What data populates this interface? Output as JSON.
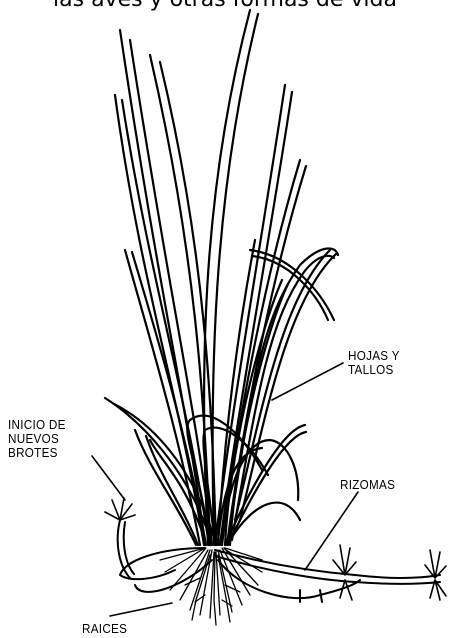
{
  "header": {
    "caption_fragment": "las aves y otras formas de vida"
  },
  "labels": {
    "leaves_stems": "HOJAS Y\nTALLOS",
    "new_shoots": "INICIO DE\nNUEVOS\nBROTES",
    "rhizomes": "RIZOMAS",
    "roots": "RAICES"
  },
  "colors": {
    "ink": "#000000",
    "background": "#ffffff"
  }
}
